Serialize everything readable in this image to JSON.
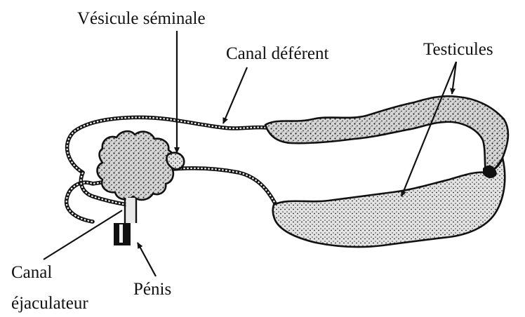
{
  "labels": {
    "vesicule": "Vésicule séminale",
    "canal_deferent": "Canal déférent",
    "testicules": "Testicules",
    "canal_ejaculateur_line1": "Canal",
    "canal_ejaculateur_line2": "éjaculateur",
    "penis": "Pénis"
  },
  "colors": {
    "ink": "#111111",
    "tissue_fill": "#cfcfcf",
    "background": "#ffffff"
  }
}
